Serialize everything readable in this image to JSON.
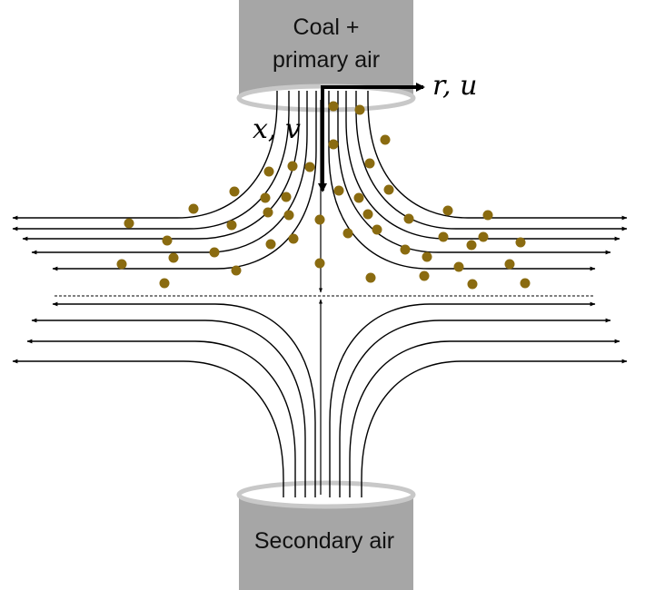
{
  "nozzles": {
    "top_label_line1": "Coal +",
    "top_label_line2": "primary air",
    "bottom_label": "Secondary air"
  },
  "axes": {
    "radial_label": "r, u",
    "axial_label": "x, v"
  },
  "colors": {
    "nozzle_fill": "#a6a6a6",
    "nozzle_rim": "#c8c8c8",
    "particle": "#8a6b10",
    "streamline": "#000000"
  }
}
